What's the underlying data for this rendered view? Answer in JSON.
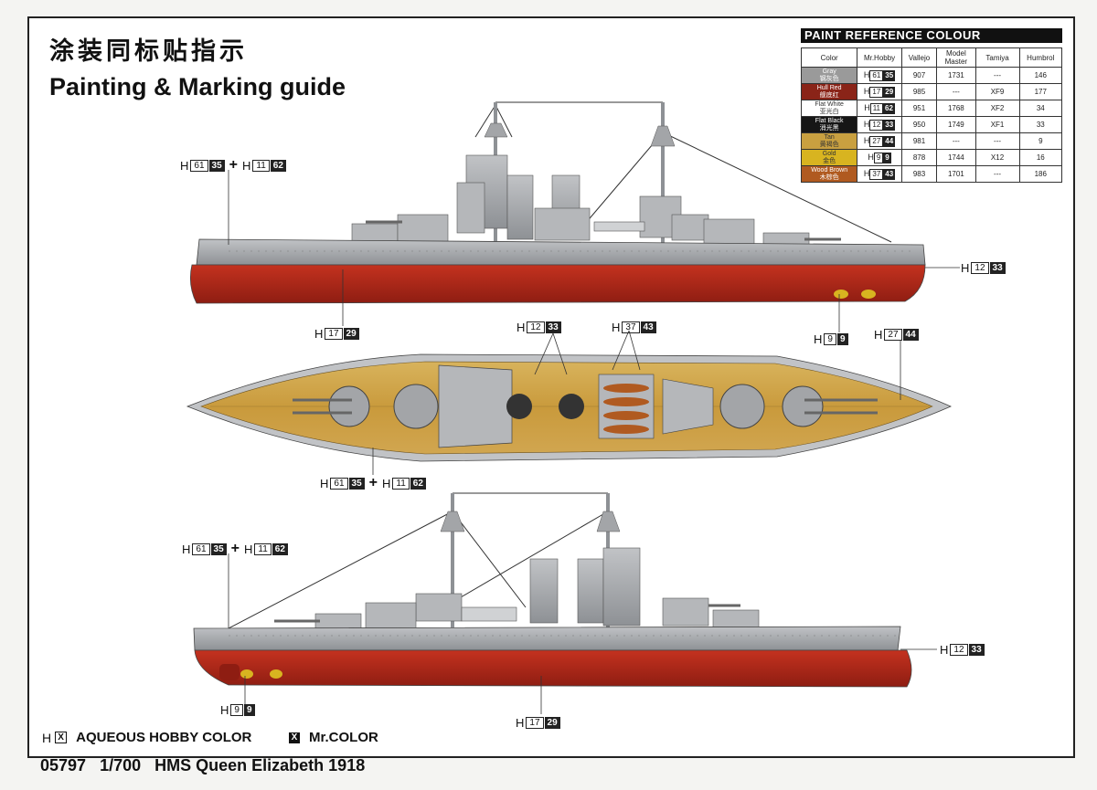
{
  "title_cn": "涂装同标贴指示",
  "title_en": "Painting & Marking guide",
  "paint_table": {
    "header": "PAINT REFERENCE COLOUR",
    "columns": [
      "Color",
      "Mr.Hobby",
      "Vallejo",
      "Model Master",
      "Tamiya",
      "Humbrol"
    ],
    "rows": [
      {
        "name": "Gray",
        "name_cn": "钢灰色",
        "color": "#9a9a9a",
        "hx": "61",
        "hk": "35",
        "vallejo": "907",
        "mm": "1731",
        "tamiya": "---",
        "humbrol": "146"
      },
      {
        "name": "Hull Red",
        "name_cn": "舰底红",
        "color": "#8a2418",
        "hx": "17",
        "hk": "29",
        "vallejo": "985",
        "mm": "---",
        "tamiya": "XF9",
        "humbrol": "177"
      },
      {
        "name": "Flat White",
        "name_cn": "亚光白",
        "color": "#ffffff",
        "hx": "11",
        "hk": "62",
        "vallejo": "951",
        "mm": "1768",
        "tamiya": "XF2",
        "humbrol": "34"
      },
      {
        "name": "Flat Black",
        "name_cn": "消光黑",
        "color": "#161616",
        "hx": "12",
        "hk": "33",
        "vallejo": "950",
        "mm": "1749",
        "tamiya": "XF1",
        "humbrol": "33"
      },
      {
        "name": "Tan",
        "name_cn": "黄褐色",
        "color": "#c9a040",
        "hx": "27",
        "hk": "44",
        "vallejo": "981",
        "mm": "---",
        "tamiya": "---",
        "humbrol": "9"
      },
      {
        "name": "Gold",
        "name_cn": "金色",
        "color": "#d8b420",
        "hx": "9",
        "hk": "9",
        "vallejo": "878",
        "mm": "1744",
        "tamiya": "X12",
        "humbrol": "16"
      },
      {
        "name": "Wood Brown",
        "name_cn": "木棕色",
        "color": "#b05a20",
        "hx": "37",
        "hk": "43",
        "vallejo": "983",
        "mm": "1701",
        "tamiya": "---",
        "humbrol": "186"
      }
    ]
  },
  "callouts": {
    "c1": {
      "h": "H",
      "a": "61",
      "b": "35",
      "h2": "H",
      "c": "11",
      "d": "62"
    },
    "c2": {
      "h": "H",
      "a": "12",
      "b": "33"
    },
    "c3": {
      "h": "H",
      "a": "17",
      "b": "29"
    },
    "c4": {
      "h": "H",
      "a": "9",
      "b": "9"
    },
    "c5": {
      "h": "H",
      "a": "27",
      "b": "44"
    },
    "c6": {
      "h": "H",
      "a": "12",
      "b": "33"
    },
    "c7": {
      "h": "H",
      "a": "37",
      "b": "43"
    },
    "c8": {
      "h": "H",
      "a": "61",
      "b": "35",
      "h2": "H",
      "c": "11",
      "d": "62"
    },
    "c9": {
      "h": "H",
      "a": "61",
      "b": "35",
      "h2": "H",
      "c": "11",
      "d": "62"
    },
    "c10": {
      "h": "H",
      "a": "12",
      "b": "33"
    },
    "c11": {
      "h": "H",
      "a": "9",
      "b": "9"
    },
    "c12": {
      "h": "H",
      "a": "17",
      "b": "29"
    }
  },
  "legend": {
    "h": "H",
    "x_mark": "X",
    "aqueous": "AQUEOUS HOBBY COLOR",
    "mr_color": "Mr.COLOR"
  },
  "footer": {
    "code": "05797",
    "scale": "1/700",
    "name": "HMS Queen Elizabeth 1918"
  },
  "colors": {
    "hull_red": "#b8281a",
    "gray": "#a3a5a8",
    "deck": "#c9a24a"
  }
}
